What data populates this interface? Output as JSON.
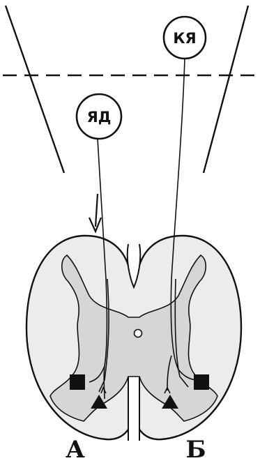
{
  "diagram": {
    "nodes": {
      "left_node": {
        "label": "ЯД"
      },
      "right_node": {
        "label": "КЯ"
      }
    },
    "side_labels": {
      "left": "А",
      "right": "Б"
    },
    "colors": {
      "stroke": "#111111",
      "gray_matter": "#d6d6d6",
      "white_matter": "#ececec",
      "background": "#ffffff"
    }
  }
}
